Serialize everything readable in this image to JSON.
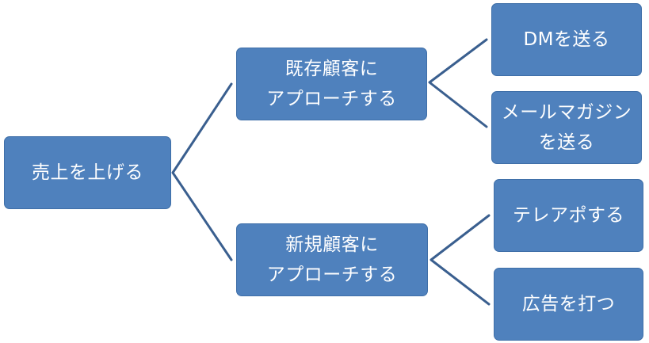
{
  "diagram": {
    "root": {
      "label": "売上を上げる"
    },
    "branches": [
      {
        "lines": [
          "既存顧客に",
          "アプローチする"
        ],
        "children": [
          {
            "lines": [
              "DMを送る"
            ]
          },
          {
            "lines": [
              "メールマガジン",
              "を送る"
            ]
          }
        ]
      },
      {
        "lines": [
          "新規顧客に",
          "アプローチする"
        ],
        "children": [
          {
            "lines": [
              "テレアポする"
            ]
          },
          {
            "lines": [
              "広告を打つ"
            ]
          }
        ]
      }
    ],
    "colors": {
      "node_fill": "#4f81bd",
      "node_border": "#3f6fa8",
      "connector": "#3a5f8f",
      "text": "#ffffff"
    }
  }
}
